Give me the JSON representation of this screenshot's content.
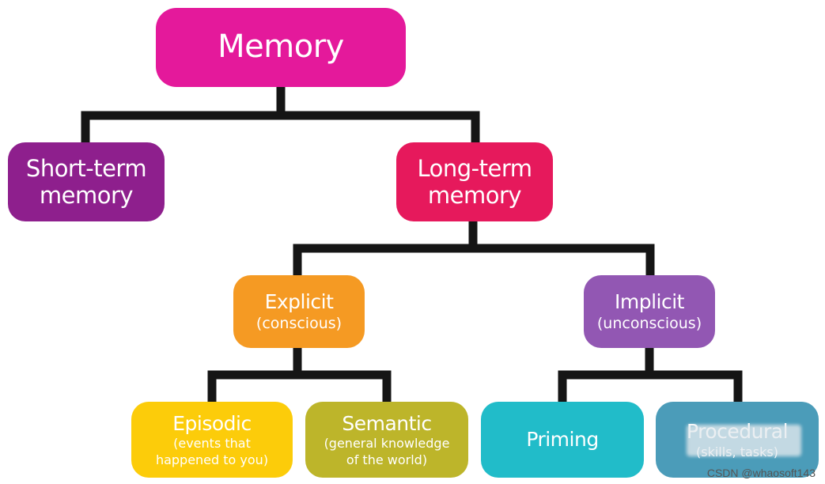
{
  "colors": {
    "connector": "#151515",
    "memory": "#e4199b",
    "short_term": "#8e1f8d",
    "long_term": "#e6195c",
    "explicit": "#f59a23",
    "implicit": "#9257b3",
    "episodic": "#fccc0a",
    "semantic": "#bdb52a",
    "priming": "#21bcc9",
    "procedural": "#4b9cb9"
  },
  "nodes": {
    "memory": {
      "label": "Memory"
    },
    "short_term": {
      "label_line1": "Short-term",
      "label_line2": "memory"
    },
    "long_term": {
      "label_line1": "Long-term",
      "label_line2": "memory"
    },
    "explicit": {
      "label": "Explicit",
      "sub": "(conscious)"
    },
    "implicit": {
      "label": "Implicit",
      "sub": "(unconscious)"
    },
    "episodic": {
      "label": "Episodic",
      "sub_line1": "(events that",
      "sub_line2": "happened to you)"
    },
    "semantic": {
      "label": "Semantic",
      "sub_line1": "(general knowledge",
      "sub_line2": "of the world)"
    },
    "priming": {
      "label": "Priming"
    },
    "procedural": {
      "label": "Procedural",
      "sub_line1": "(skills, tasks)"
    }
  },
  "watermark": "CSDN @whaosoft143"
}
